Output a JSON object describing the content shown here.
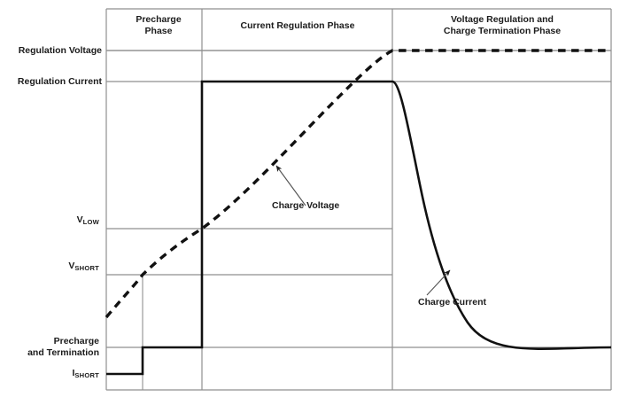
{
  "figure": {
    "kind": "battery-charge-profile",
    "background": "#ffffff",
    "ink": "#1b1b1b",
    "grid_color": "#8f8f8f",
    "curve_color": "#111111"
  },
  "phases": [
    {
      "id": "precharge",
      "label": "Precharge\nPhase",
      "line1": "Precharge",
      "line2": "Phase"
    },
    {
      "id": "current-regulation",
      "label": "Current Regulation Phase",
      "line1": "Current Regulation Phase",
      "line2": ""
    },
    {
      "id": "voltage-regulation",
      "label": "Voltage Regulation and Charge Termination Phase",
      "line1": "Voltage Regulation and",
      "line2": "Charge Termination Phase"
    }
  ],
  "y_labels": [
    {
      "id": "regulation-voltage",
      "text": "Regulation Voltage",
      "sub": ""
    },
    {
      "id": "regulation-current",
      "text": "Regulation Current",
      "sub": ""
    },
    {
      "id": "v-low",
      "text": "V",
      "sub": "LOW"
    },
    {
      "id": "v-short",
      "text": "V",
      "sub": "SHORT"
    },
    {
      "id": "precharge-termination",
      "line1": "Precharge",
      "line2": "and Termination"
    },
    {
      "id": "i-short",
      "text": "I",
      "sub": "SHORT"
    }
  ],
  "annotations": [
    {
      "id": "charge-voltage",
      "text": "Charge Voltage"
    },
    {
      "id": "charge-current",
      "text": "Charge Current"
    }
  ],
  "chart_data": {
    "type": "line",
    "title": "",
    "xlabel": "",
    "ylabel": "",
    "grid": true,
    "legend": "none",
    "x_axis": {
      "min": 0,
      "max": 100,
      "ticks": [
        0,
        7.2,
        18.9,
        56.7,
        100
      ],
      "tick_labels": [
        "",
        "",
        "",
        "",
        ""
      ]
    },
    "y_levels": {
      "regulation_voltage": 100,
      "regulation_current": 90.9,
      "v_low": 47.8,
      "v_short": 34.0,
      "precharge_and_termination": 12.5,
      "i_short": 4.7,
      "axis_zero": 0
    },
    "phase_boundaries": [
      18.9,
      56.7
    ],
    "series": [
      {
        "name": "Charge Voltage",
        "style": "dashed",
        "x": [
          0,
          4,
          7.2,
          12,
          18.9,
          26,
          34,
          42,
          49,
          56.7,
          70,
          85,
          100
        ],
        "y": [
          21.0,
          28.5,
          34.0,
          40.0,
          47.8,
          57.5,
          67.5,
          77.0,
          85.0,
          100.0,
          100.0,
          100.0,
          100.0
        ]
      },
      {
        "name": "Charge Current",
        "style": "solid",
        "x": [
          0,
          7.2,
          7.2,
          18.9,
          18.9,
          56.7,
          60,
          64,
          69,
          75,
          82,
          90,
          100
        ],
        "y": [
          4.7,
          4.7,
          12.5,
          12.5,
          90.9,
          90.9,
          72.0,
          53.0,
          37.0,
          24.5,
          17.0,
          13.8,
          12.5
        ]
      }
    ]
  }
}
